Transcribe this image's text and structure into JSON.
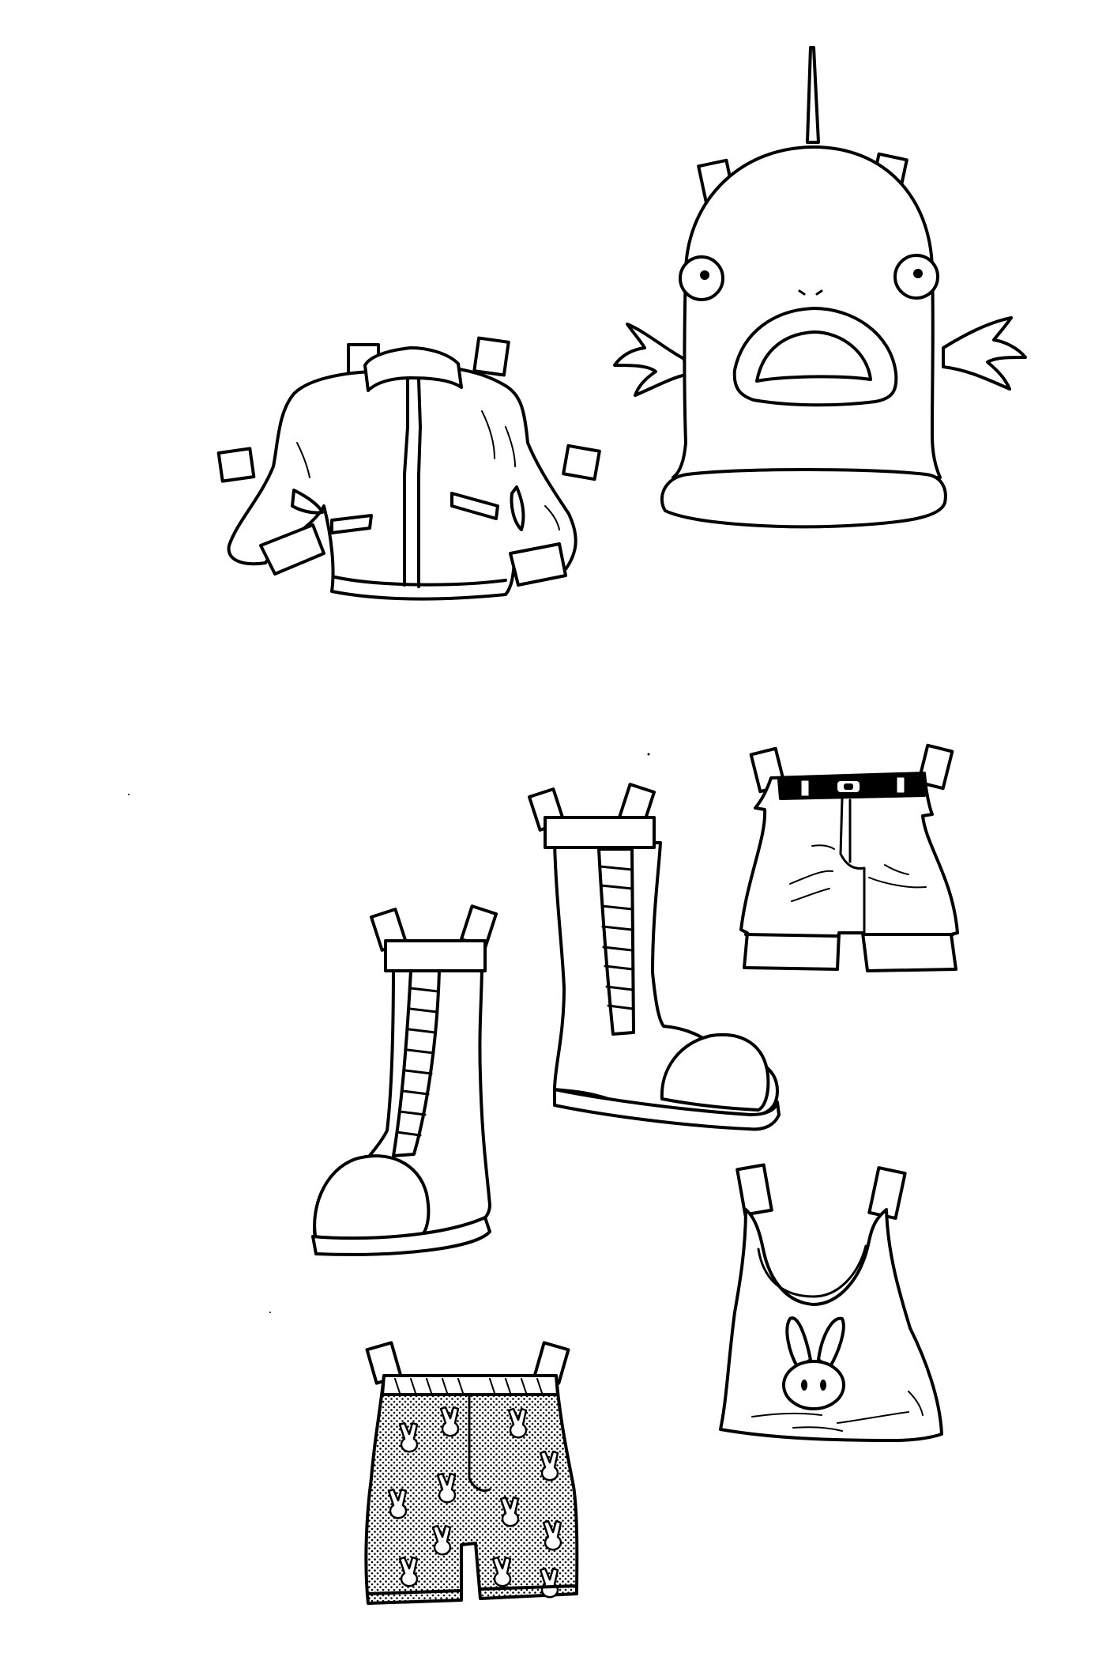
{
  "sheet": {
    "background": "#ffffff",
    "ink": "#000000",
    "items": [
      "jacket",
      "fish-costume",
      "left-boot",
      "right-boot",
      "belted-shorts",
      "bunny-tank-top",
      "bunny-print-shorts"
    ]
  }
}
